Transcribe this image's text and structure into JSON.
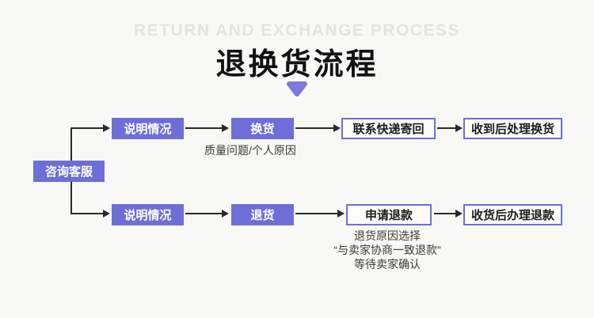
{
  "header": {
    "watermark": "RETURN AND EXCHANGE PROCESS",
    "title": "退换货流程"
  },
  "colors": {
    "accent_purple": "#6e6ed8",
    "triangle_purple": "#7a7ae0",
    "arrow_black": "#2a2a2a",
    "background": "#f8f8f6",
    "watermark_gray": "#e3e3e0"
  },
  "flow": {
    "start": {
      "label": "咨询客服"
    },
    "top_branch": {
      "steps": [
        {
          "label": "说明情况"
        },
        {
          "label": "换货"
        },
        {
          "label": "联系快递寄回"
        },
        {
          "label": "收到后处理换货"
        }
      ],
      "note": "质量问题/个人原因"
    },
    "bottom_branch": {
      "steps": [
        {
          "label": "说明情况"
        },
        {
          "label": "退货"
        },
        {
          "label": "申请退款"
        },
        {
          "label": "收货后办理退款"
        }
      ],
      "notes": [
        "退货原因选择",
        "“与卖家协商一致退款”",
        "等待卖家确认"
      ]
    }
  }
}
